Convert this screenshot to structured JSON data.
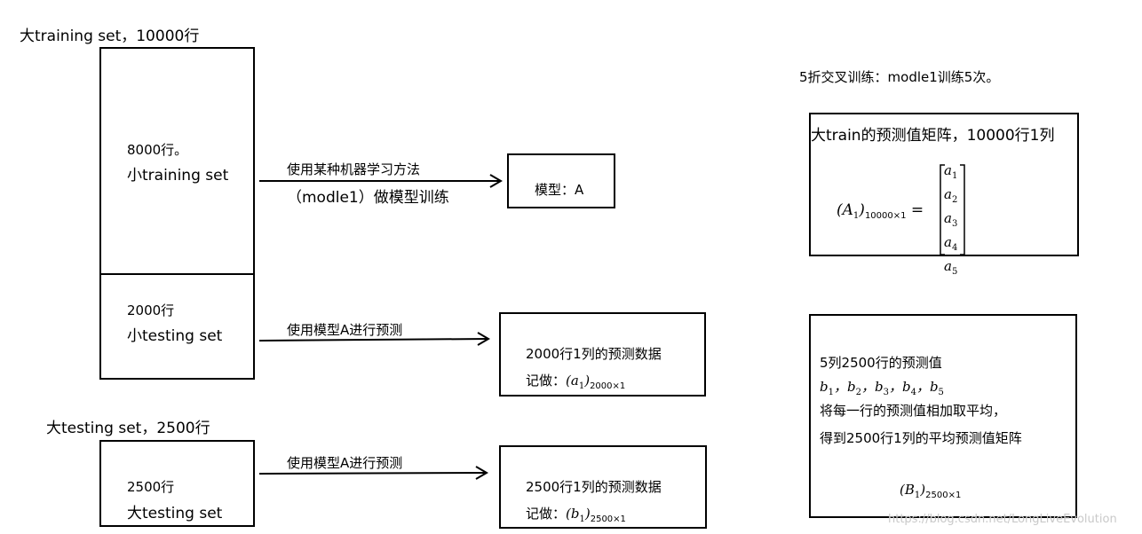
{
  "left": {
    "big_training_title": "大training set，10000行",
    "small_training_rows": "8000行。",
    "small_training_label": "小training set",
    "small_testing_rows": "2000行",
    "small_testing_label": "小testing set",
    "big_testing_title": "大testing set，2500行",
    "big_testing_rows": "2500行",
    "big_testing_label": "大testing set"
  },
  "middle": {
    "train_arrow_line1": "使用某种机器学习方法",
    "train_arrow_line2": "（modle1）做模型训练",
    "model_box": "模型：A",
    "predict_arrow1": "使用模型A进行预测",
    "pred_box1_line1": "2000行1列的预测数据",
    "pred_box1_prefix": "记做：",
    "pred_box1_var": "a",
    "pred_box1_sub1": "1",
    "pred_box1_dims": "2000×1",
    "predict_arrow2": "使用模型A进行预测",
    "pred_box2_line1": "2500行1列的预测数据",
    "pred_box2_prefix": "记做：",
    "pred_box2_var": "b",
    "pred_box2_sub1": "1",
    "pred_box2_dims": "2500×1"
  },
  "right": {
    "cv_title": "5折交叉训练：modle1训练5次。",
    "matrix_box_title": "大train的预测值矩阵，10000行1列",
    "matrix_var": "A",
    "matrix_var_sub": "1",
    "matrix_dims": "10000×1",
    "matrix_entries": [
      "a1",
      "a2",
      "a3",
      "a4",
      "a5"
    ],
    "avg_line1": "5列2500行的预测值",
    "avg_vars": "b1，b2，b3，b4，b5",
    "avg_line3": "将每一行的预测值相加取平均，",
    "avg_line4": "得到2500行1列的平均预测值矩阵",
    "avg_var": "B",
    "avg_var_sub": "1",
    "avg_dims": "2500×1"
  },
  "watermark": "https://blog.csdn.net/LongLiveEvolution"
}
